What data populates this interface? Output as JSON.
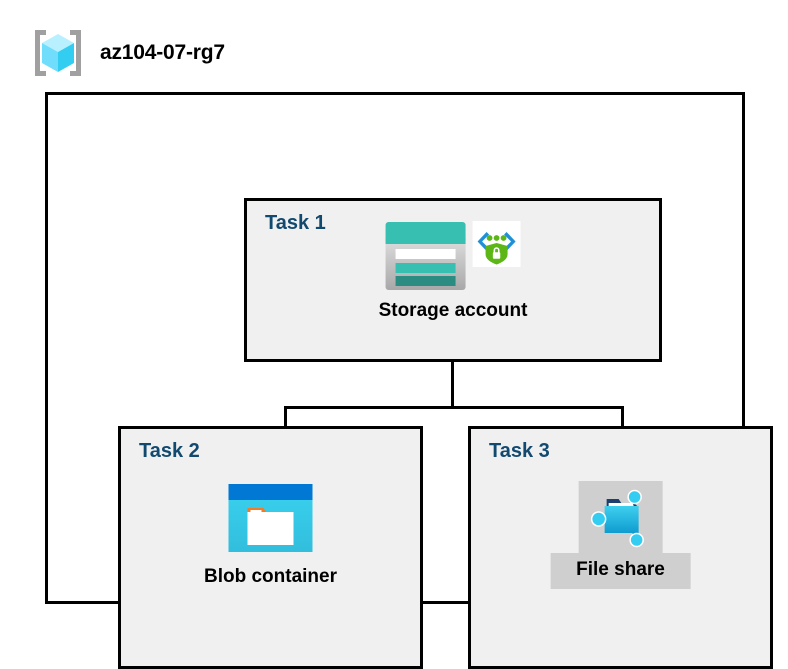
{
  "header": {
    "icon": "resource-group-icon",
    "title": "az104-07-rg7"
  },
  "diagram": {
    "container_label": "resource-group-boundary",
    "tasks": [
      {
        "label": "Task 1",
        "node_caption": "Storage account",
        "icons": [
          "storage-account-icon",
          "secure-endpoint-shield-icon"
        ],
        "highlighted": false
      },
      {
        "label": "Task 2",
        "node_caption": "Blob container",
        "icons": [
          "blob-container-icon"
        ],
        "highlighted": false
      },
      {
        "label": "Task 3",
        "node_caption": "File share",
        "icons": [
          "file-share-icon"
        ],
        "highlighted": true
      }
    ],
    "connections": [
      {
        "from": "Storage account",
        "to": "Blob container"
      },
      {
        "from": "Storage account",
        "to": "File share"
      }
    ]
  },
  "colors": {
    "panel_background": "#f0f0f0",
    "panel_border": "#000000",
    "task_label": "#12496f",
    "caption": "#000000",
    "highlight_band": "#cfcfcf",
    "canvas": "#ffffff",
    "storage_teal": "#37bfb1",
    "storage_teal_dark": "#2b8c82",
    "blob_blue": "#0078d4",
    "blob_cyan": "#32bedd",
    "blob_orange": "#f07c2a",
    "fileshare_cyan": "#32bedd",
    "shield_green": "#5cb615",
    "bracket_blue": "#0078d4",
    "cube_cyan": "#9cebff",
    "bracket_gray": "#a0a0a0"
  }
}
